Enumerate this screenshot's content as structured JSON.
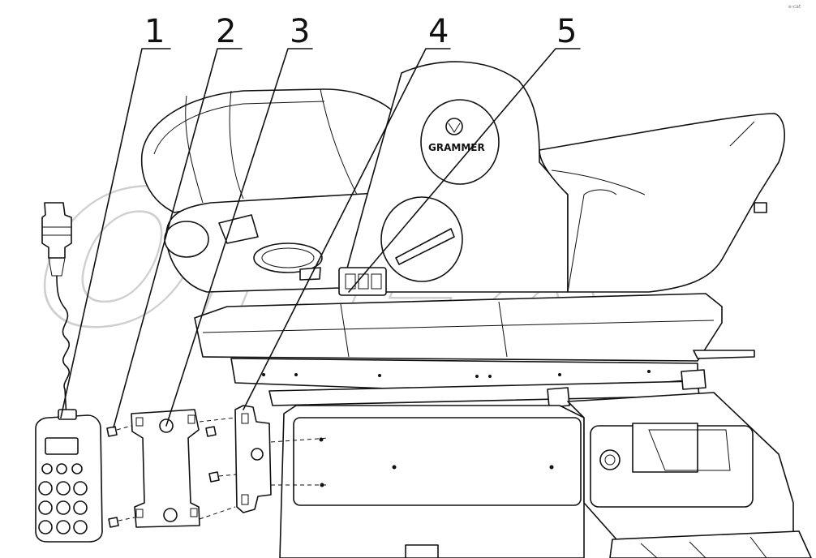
{
  "diagram": {
    "callouts": [
      {
        "id": "1",
        "label": "1"
      },
      {
        "id": "2",
        "label": "2"
      },
      {
        "id": "3",
        "label": "3"
      },
      {
        "id": "4",
        "label": "4"
      },
      {
        "id": "5",
        "label": "5"
      }
    ],
    "brand_label": "GRAMMER",
    "watermark": "ОРЕХ",
    "corner_mark": "e-cat"
  }
}
